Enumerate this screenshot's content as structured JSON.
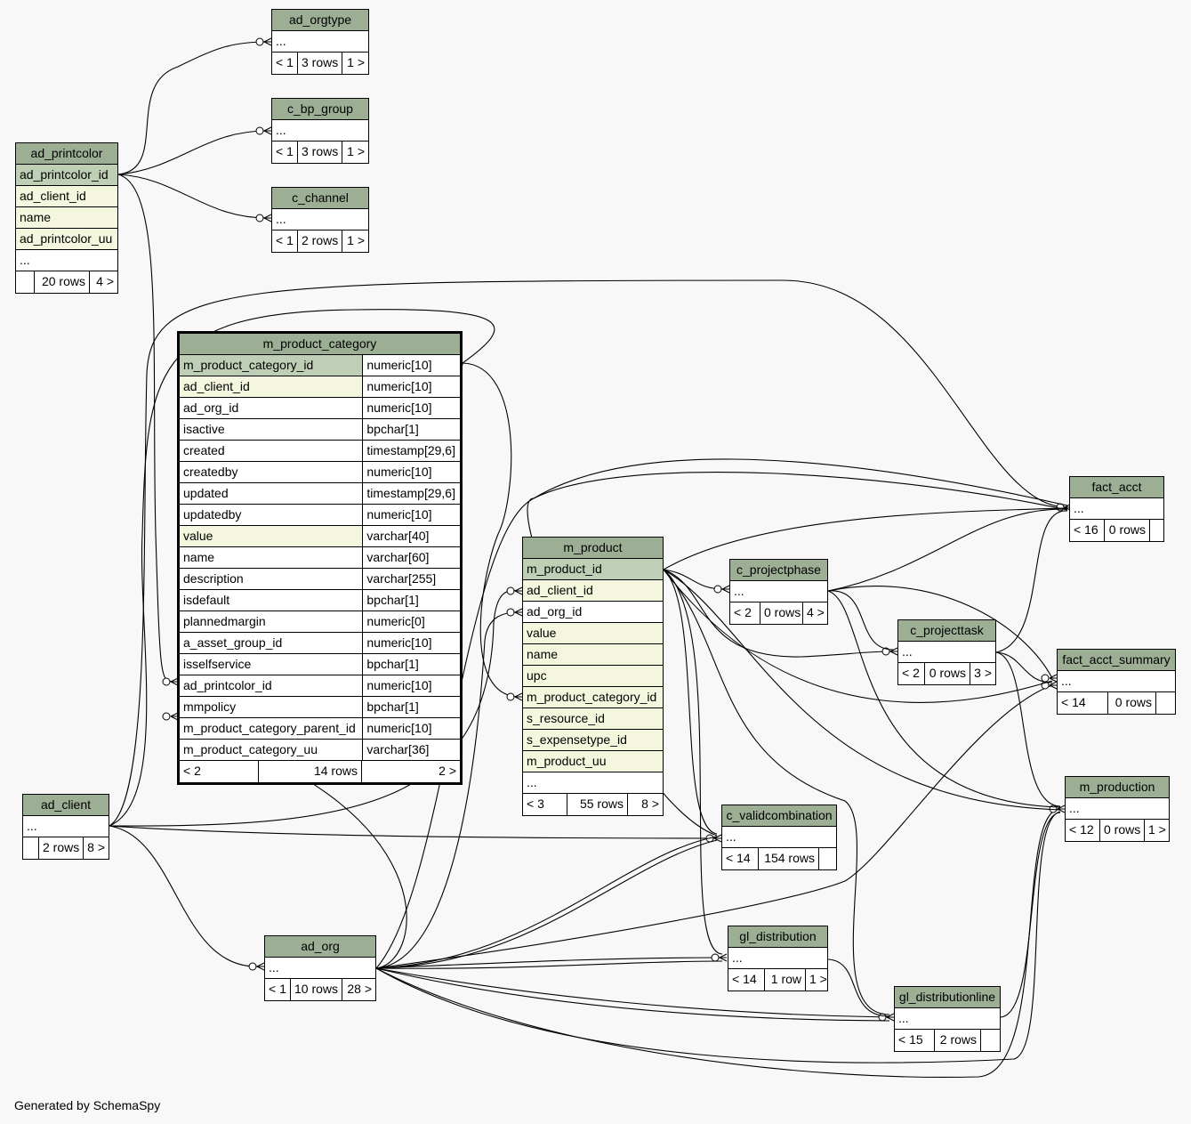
{
  "footer": "Generated by SchemaSpy",
  "colors": {
    "header": "#9caf95",
    "primary_key": "#bfcfb6",
    "foreign_key": "#f4f7dd",
    "background": "#f8f8f8"
  },
  "tables": {
    "ad_orgtype": {
      "name": "ad_orgtype",
      "cols": [
        "..."
      ],
      "foot": [
        "< 1",
        "3 rows",
        "1 >"
      ]
    },
    "c_bp_group": {
      "name": "c_bp_group",
      "cols": [
        "..."
      ],
      "foot": [
        "< 1",
        "3 rows",
        "1 >"
      ]
    },
    "c_channel": {
      "name": "c_channel",
      "cols": [
        "..."
      ],
      "foot": [
        "< 1",
        "2 rows",
        "1 >"
      ]
    },
    "ad_printcolor": {
      "name": "ad_printcolor",
      "cols": [
        "ad_printcolor_id",
        "ad_client_id",
        "name",
        "ad_printcolor_uu",
        "..."
      ],
      "foot": [
        "",
        "20 rows",
        "4 >"
      ]
    },
    "m_product_category": {
      "name": "m_product_category",
      "cols": [
        [
          "m_product_category_id",
          "numeric[10]"
        ],
        [
          "ad_client_id",
          "numeric[10]"
        ],
        [
          "ad_org_id",
          "numeric[10]"
        ],
        [
          "isactive",
          "bpchar[1]"
        ],
        [
          "created",
          "timestamp[29,6]"
        ],
        [
          "createdby",
          "numeric[10]"
        ],
        [
          "updated",
          "timestamp[29,6]"
        ],
        [
          "updatedby",
          "numeric[10]"
        ],
        [
          "value",
          "varchar[40]"
        ],
        [
          "name",
          "varchar[60]"
        ],
        [
          "description",
          "varchar[255]"
        ],
        [
          "isdefault",
          "bpchar[1]"
        ],
        [
          "plannedmargin",
          "numeric[0]"
        ],
        [
          "a_asset_group_id",
          "numeric[10]"
        ],
        [
          "isselfservice",
          "bpchar[1]"
        ],
        [
          "ad_printcolor_id",
          "numeric[10]"
        ],
        [
          "mmpolicy",
          "bpchar[1]"
        ],
        [
          "m_product_category_parent_id",
          "numeric[10]"
        ],
        [
          "m_product_category_uu",
          "varchar[36]"
        ]
      ],
      "foot": [
        "< 2",
        "14 rows",
        "2 >"
      ]
    },
    "m_product": {
      "name": "m_product",
      "cols": [
        "m_product_id",
        "ad_client_id",
        "ad_org_id",
        "value",
        "name",
        "upc",
        "m_product_category_id",
        "s_resource_id",
        "s_expensetype_id",
        "m_product_uu",
        "..."
      ],
      "foot": [
        "< 3",
        "55 rows",
        "8 >"
      ]
    },
    "ad_client": {
      "name": "ad_client",
      "cols": [
        "..."
      ],
      "foot": [
        "",
        "2 rows",
        "8 >"
      ]
    },
    "ad_org": {
      "name": "ad_org",
      "cols": [
        "..."
      ],
      "foot": [
        "< 1",
        "10 rows",
        "28 >"
      ]
    },
    "fact_acct": {
      "name": "fact_acct",
      "cols": [
        "..."
      ],
      "foot": [
        "< 16",
        "0 rows",
        ""
      ]
    },
    "c_projectphase": {
      "name": "c_projectphase",
      "cols": [
        "..."
      ],
      "foot": [
        "< 2",
        "0 rows",
        "4 >"
      ]
    },
    "c_projecttask": {
      "name": "c_projecttask",
      "cols": [
        "..."
      ],
      "foot": [
        "< 2",
        "0 rows",
        "3 >"
      ]
    },
    "fact_acct_summary": {
      "name": "fact_acct_summary",
      "cols": [
        "..."
      ],
      "foot": [
        "< 14",
        "0 rows",
        ""
      ]
    },
    "m_production": {
      "name": "m_production",
      "cols": [
        "..."
      ],
      "foot": [
        "< 12",
        "0 rows",
        "1 >"
      ]
    },
    "c_validcombination": {
      "name": "c_validcombination",
      "cols": [
        "..."
      ],
      "foot": [
        "< 14",
        "154 rows",
        ""
      ]
    },
    "gl_distribution": {
      "name": "gl_distribution",
      "cols": [
        "..."
      ],
      "foot": [
        "< 14",
        "1 row",
        "1 >"
      ]
    },
    "gl_distributionline": {
      "name": "gl_distributionline",
      "cols": [
        "..."
      ],
      "foot": [
        "< 15",
        "2 rows",
        ""
      ]
    }
  }
}
